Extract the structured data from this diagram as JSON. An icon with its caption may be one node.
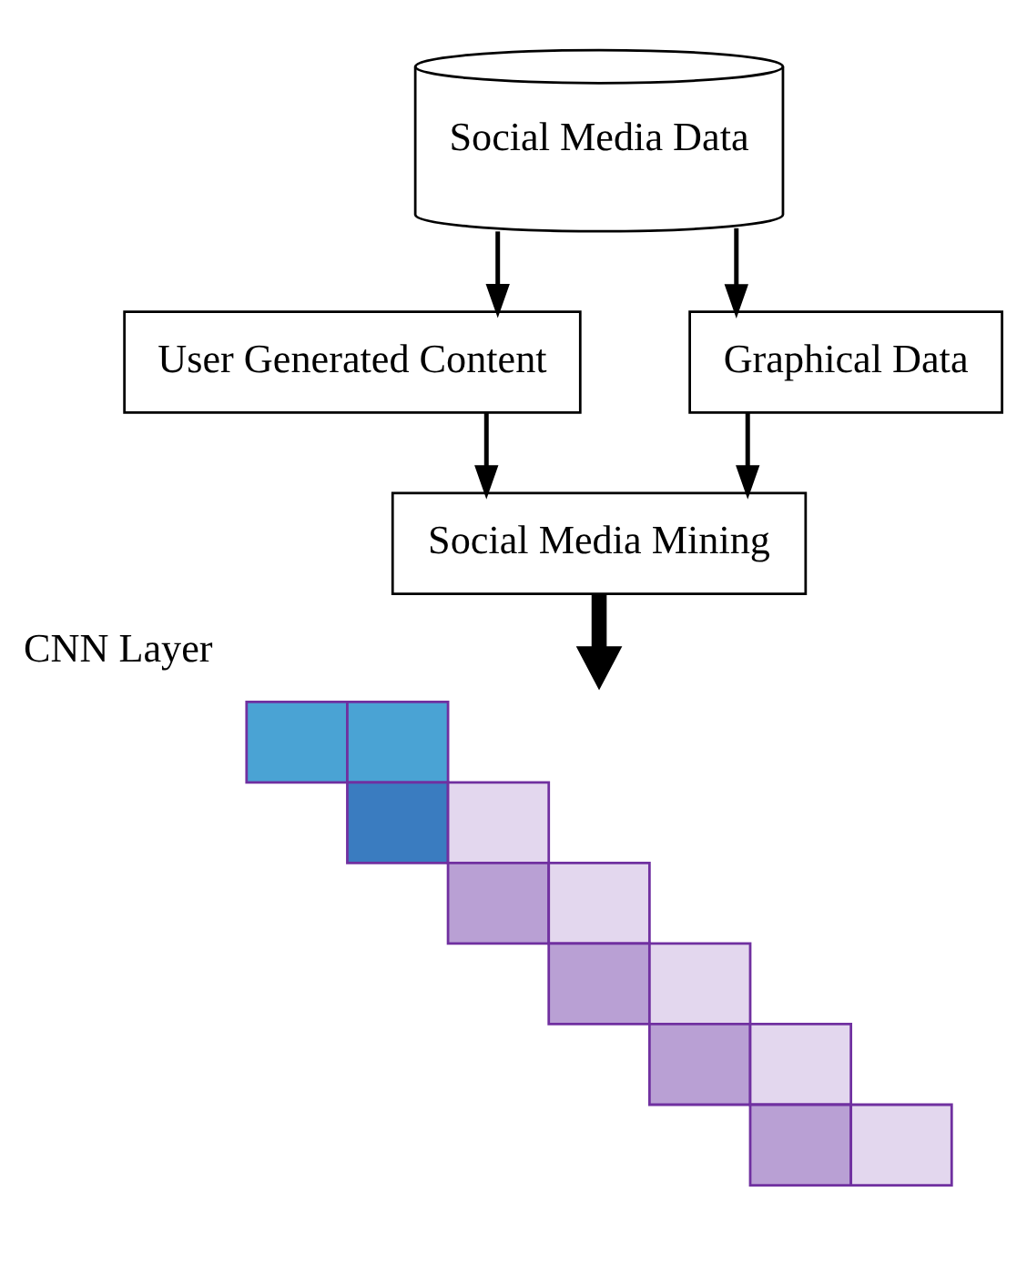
{
  "diagram": {
    "nodes": [
      {
        "text": [
          "Social Media Data"
        ]
      },
      {
        "text": [
          "User Generated Content"
        ]
      },
      {
        "text": [
          "Graphical Data"
        ]
      },
      {
        "text": [
          "Social Media Mining"
        ]
      },
      {
        "text": [],
        "shape": "picture",
        "beside": [
          "CNN Layer"
        ]
      }
    ],
    "edges": [
      {
        "from": 0,
        "to": 1,
        "arrow": "to"
      },
      {
        "from": 0,
        "to": 2,
        "arrow": "to"
      },
      {
        "from": 1,
        "to": 3,
        "arrow": "to"
      },
      {
        "from": 2,
        "to": 3,
        "arrow": "to"
      },
      {
        "from": 3,
        "to": 4,
        "arrow": "to",
        "style": "thick"
      }
    ]
  }
}
